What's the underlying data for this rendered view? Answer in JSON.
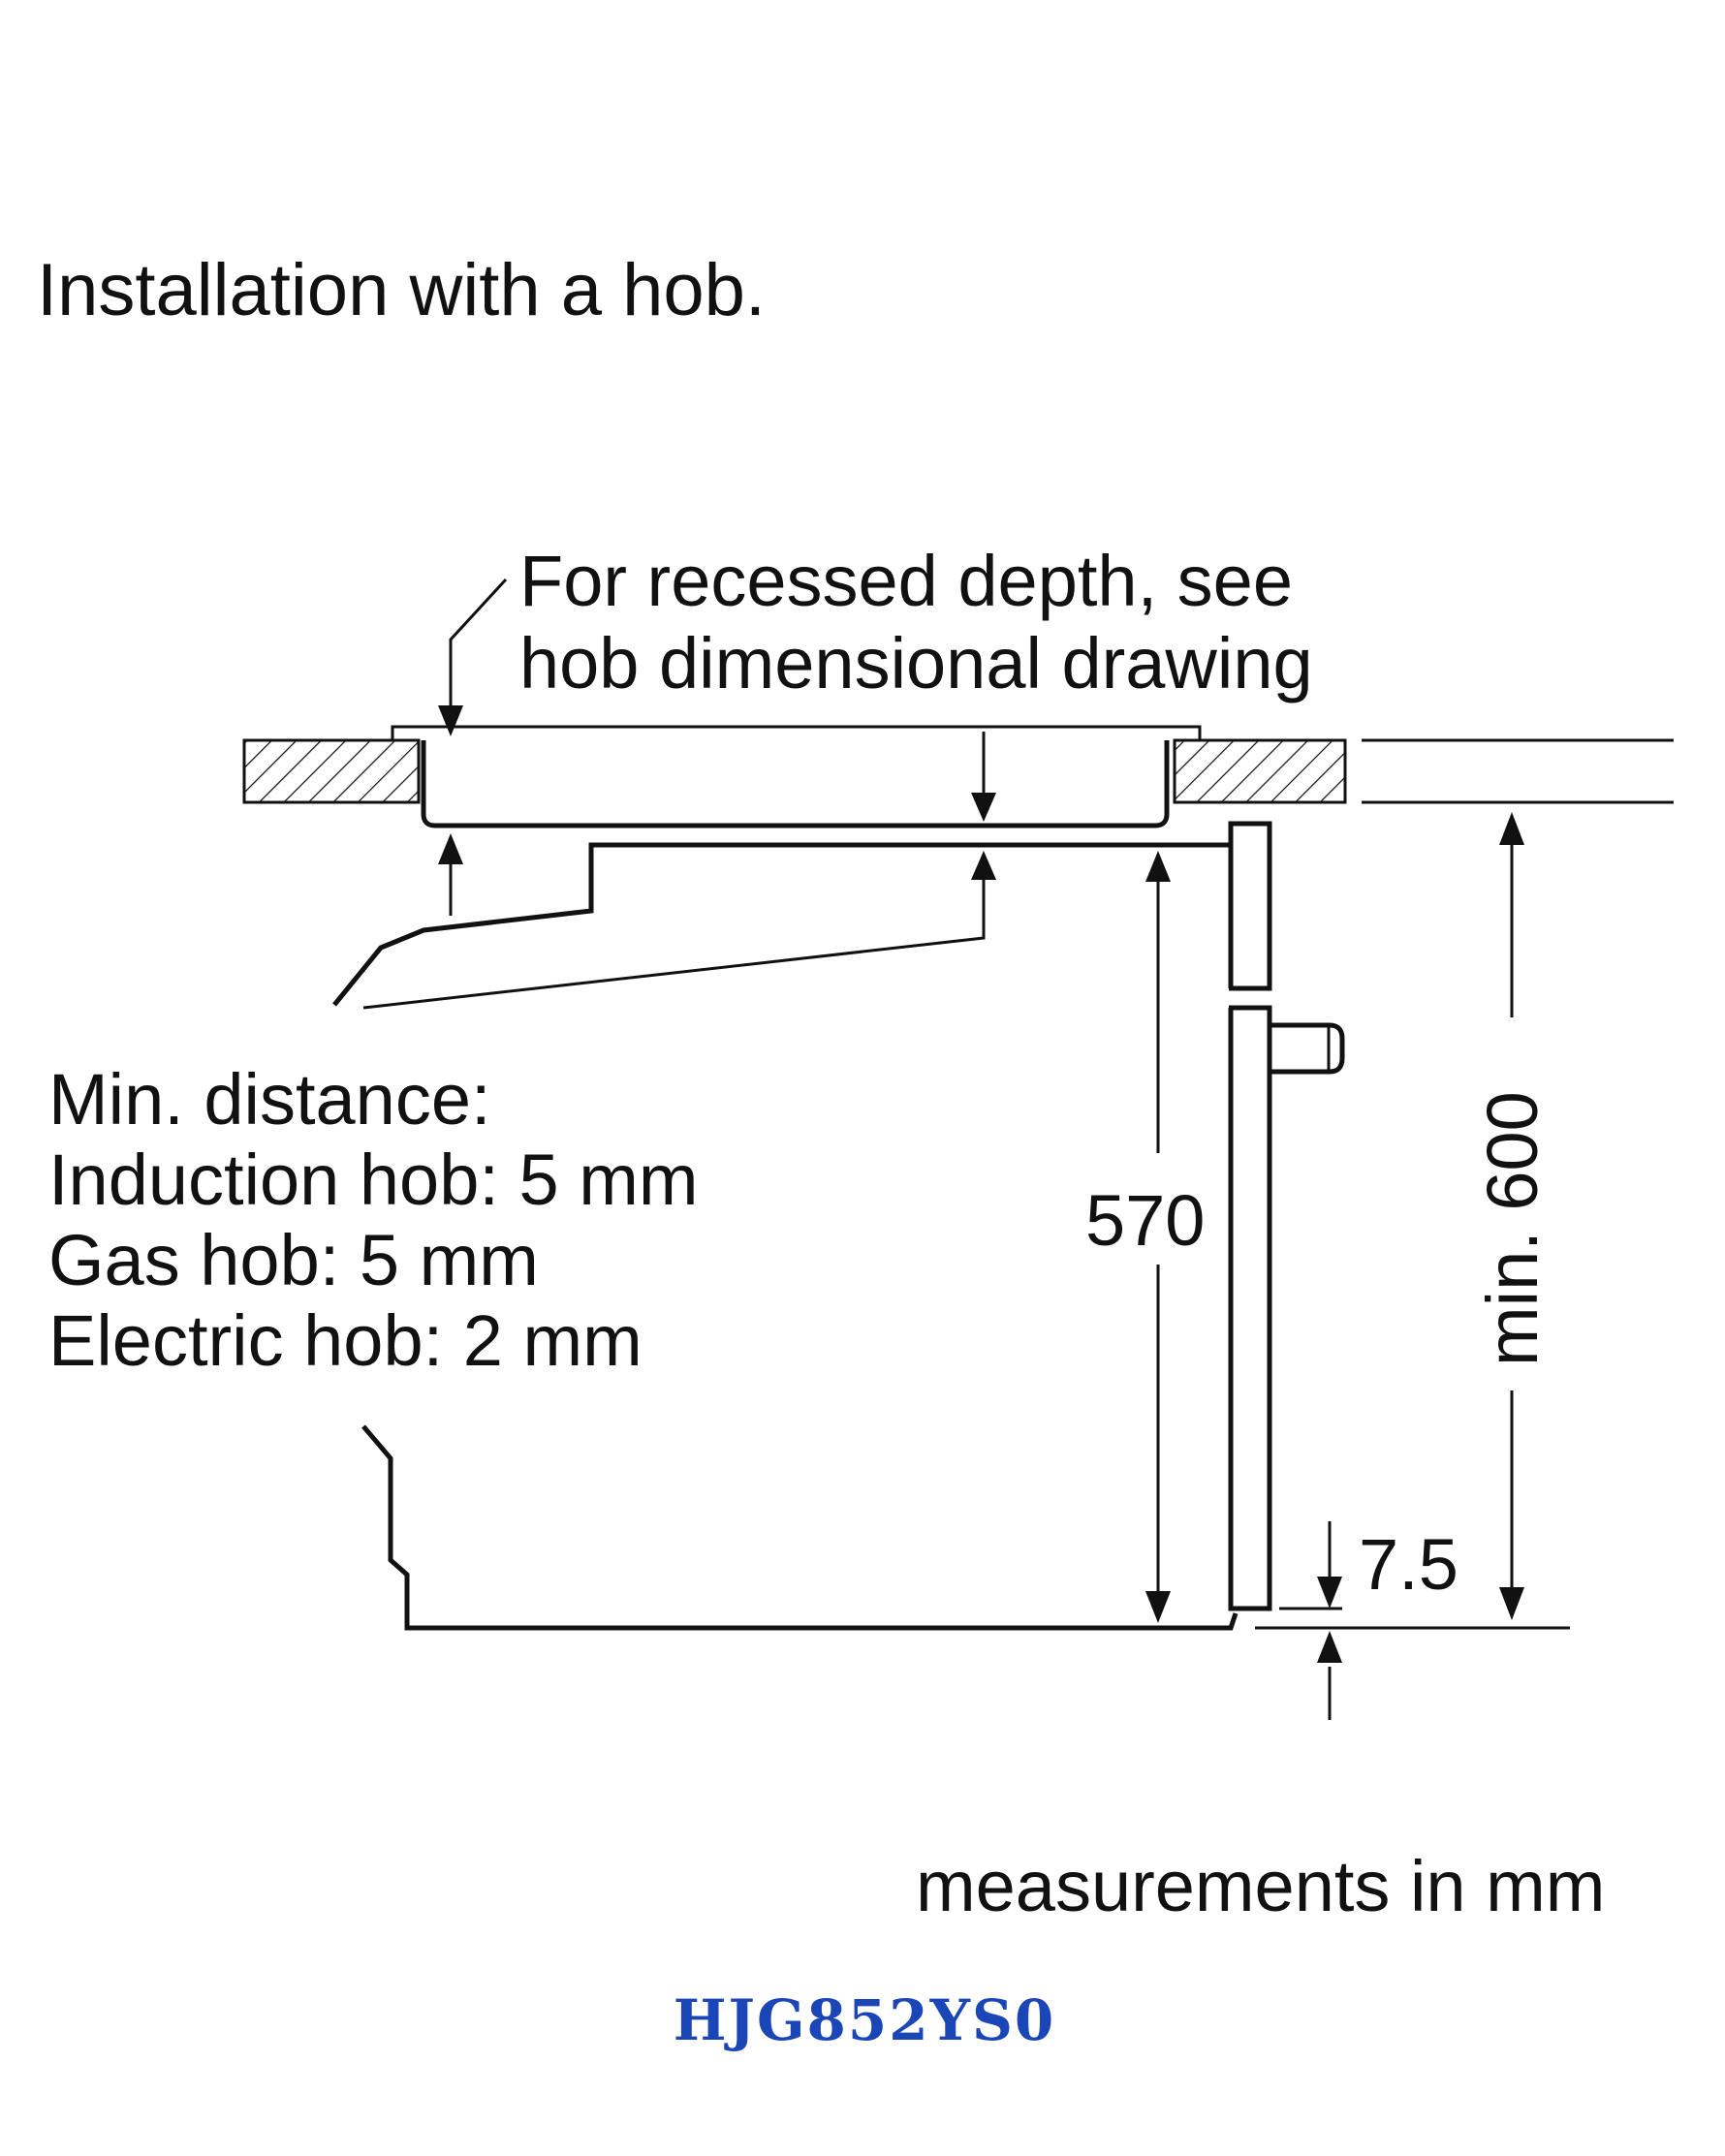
{
  "title": "Installation with a hob.",
  "recess_note": [
    "For recessed depth, see",
    "hob dimensional drawing"
  ],
  "min_distance": {
    "heading": "Min. distance:",
    "lines": [
      "Induction hob: 5 mm",
      "Gas hob: 5 mm",
      "Electric hob: 2 mm"
    ]
  },
  "dimensions": {
    "oven_height": "570",
    "niche_height": "min. 600",
    "bottom_gap": "7.5"
  },
  "units_note": "measurements in mm",
  "model": "HJG852YS0"
}
